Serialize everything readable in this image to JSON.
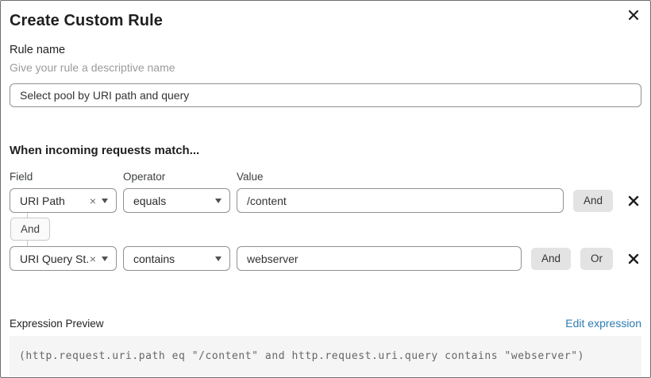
{
  "dialog": {
    "title": "Create Custom Rule"
  },
  "rule_name": {
    "label": "Rule name",
    "helper": "Give your rule a descriptive name",
    "value": "Select pool by URI path and query"
  },
  "match": {
    "heading": "When incoming requests match...",
    "columns": {
      "field": "Field",
      "operator": "Operator",
      "value": "Value"
    },
    "connector_label": "And",
    "rows": [
      {
        "field": "URI Path",
        "clear_glyph": "×",
        "operator": "equals",
        "value": "/content",
        "buttons": [
          "And"
        ]
      },
      {
        "field": "URI Query St...",
        "clear_glyph": "×",
        "operator": "contains",
        "value": "webserver",
        "buttons": [
          "And",
          "Or"
        ]
      }
    ]
  },
  "expression": {
    "label": "Expression Preview",
    "edit_link": "Edit expression",
    "code": "(http.request.uri.path eq \"/content\" and http.request.uri.query contains \"webserver\")"
  },
  "icons": {
    "close": "close-icon",
    "remove_row": "remove-row-icon",
    "caret": "chevron-down-icon"
  },
  "colors": {
    "link_blue": "#2c7cb1",
    "button_gray": "#e3e3e3",
    "border_gray": "#919191",
    "code_bg": "#f5f5f5",
    "helper_gray": "#9b9b9b"
  }
}
